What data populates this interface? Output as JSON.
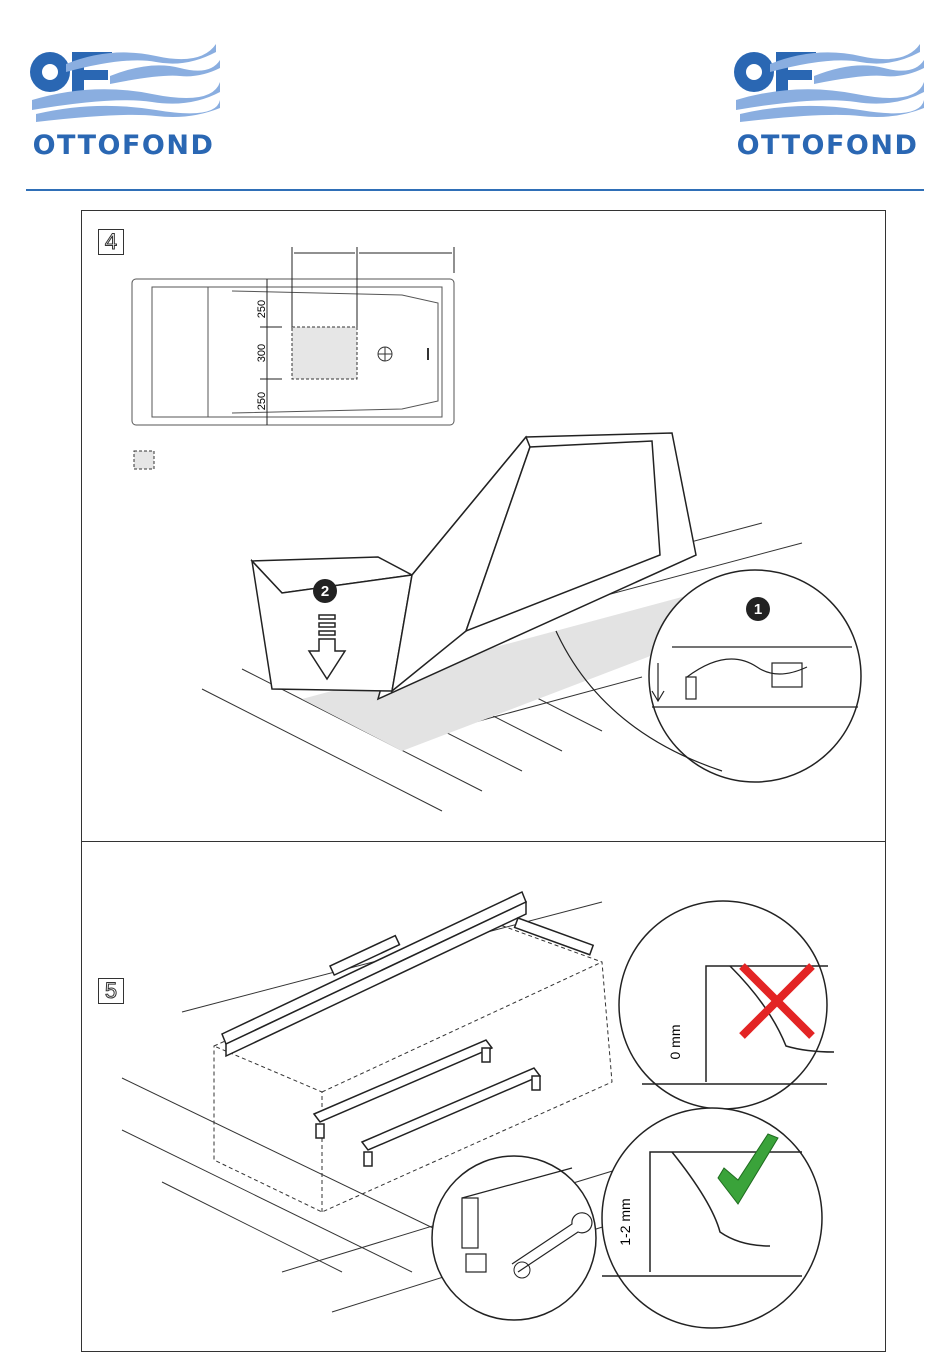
{
  "header": {
    "brand_left": "OTTOFOND",
    "brand_right": "OTTOFOND",
    "logo_mark": "of",
    "brand_color": "#2a67b3",
    "wave_color": "#8aaee0"
  },
  "step4": {
    "number": "4",
    "dim_top": "250",
    "dim_mid": "300",
    "dim_bottom": "250",
    "marker_1": "1",
    "marker_2": "2"
  },
  "step5": {
    "number": "5",
    "gap_wrong": "0 mm",
    "gap_right": "1-2 mm",
    "wrong_color": "#e32424",
    "right_color": "#3aa33a"
  }
}
